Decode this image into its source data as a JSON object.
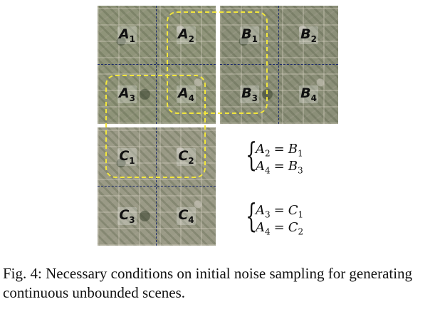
{
  "figure": {
    "tiles": {
      "A": [
        {
          "base": "A",
          "sub": "1"
        },
        {
          "base": "A",
          "sub": "2"
        },
        {
          "base": "A",
          "sub": "3"
        },
        {
          "base": "A",
          "sub": "4"
        }
      ],
      "B": [
        {
          "base": "B",
          "sub": "1"
        },
        {
          "base": "B",
          "sub": "2"
        },
        {
          "base": "B",
          "sub": "3"
        },
        {
          "base": "B",
          "sub": "4"
        }
      ],
      "C": [
        {
          "base": "C",
          "sub": "1"
        },
        {
          "base": "C",
          "sub": "2"
        },
        {
          "base": "C",
          "sub": "3"
        },
        {
          "base": "C",
          "sub": "4"
        }
      ]
    },
    "equations": [
      {
        "lines": [
          {
            "lhs_base": "A",
            "lhs_sub": "2",
            "op": "=",
            "rhs_base": "B",
            "rhs_sub": "1"
          },
          {
            "lhs_base": "A",
            "lhs_sub": "4",
            "op": "=",
            "rhs_base": "B",
            "rhs_sub": "3"
          }
        ]
      },
      {
        "lines": [
          {
            "lhs_base": "A",
            "lhs_sub": "3",
            "op": "=",
            "rhs_base": "C",
            "rhs_sub": "1"
          },
          {
            "lhs_base": "A",
            "lhs_sub": "4",
            "op": "=",
            "rhs_base": "C",
            "rhs_sub": "2"
          }
        ]
      }
    ]
  },
  "caption": "Fig. 4: Necessary conditions on initial noise sampling for generating continuous unbounded scenes.",
  "colors": {
    "grid_lines": "#1c2a6b",
    "overlap_boxes": "#f2e63c"
  }
}
